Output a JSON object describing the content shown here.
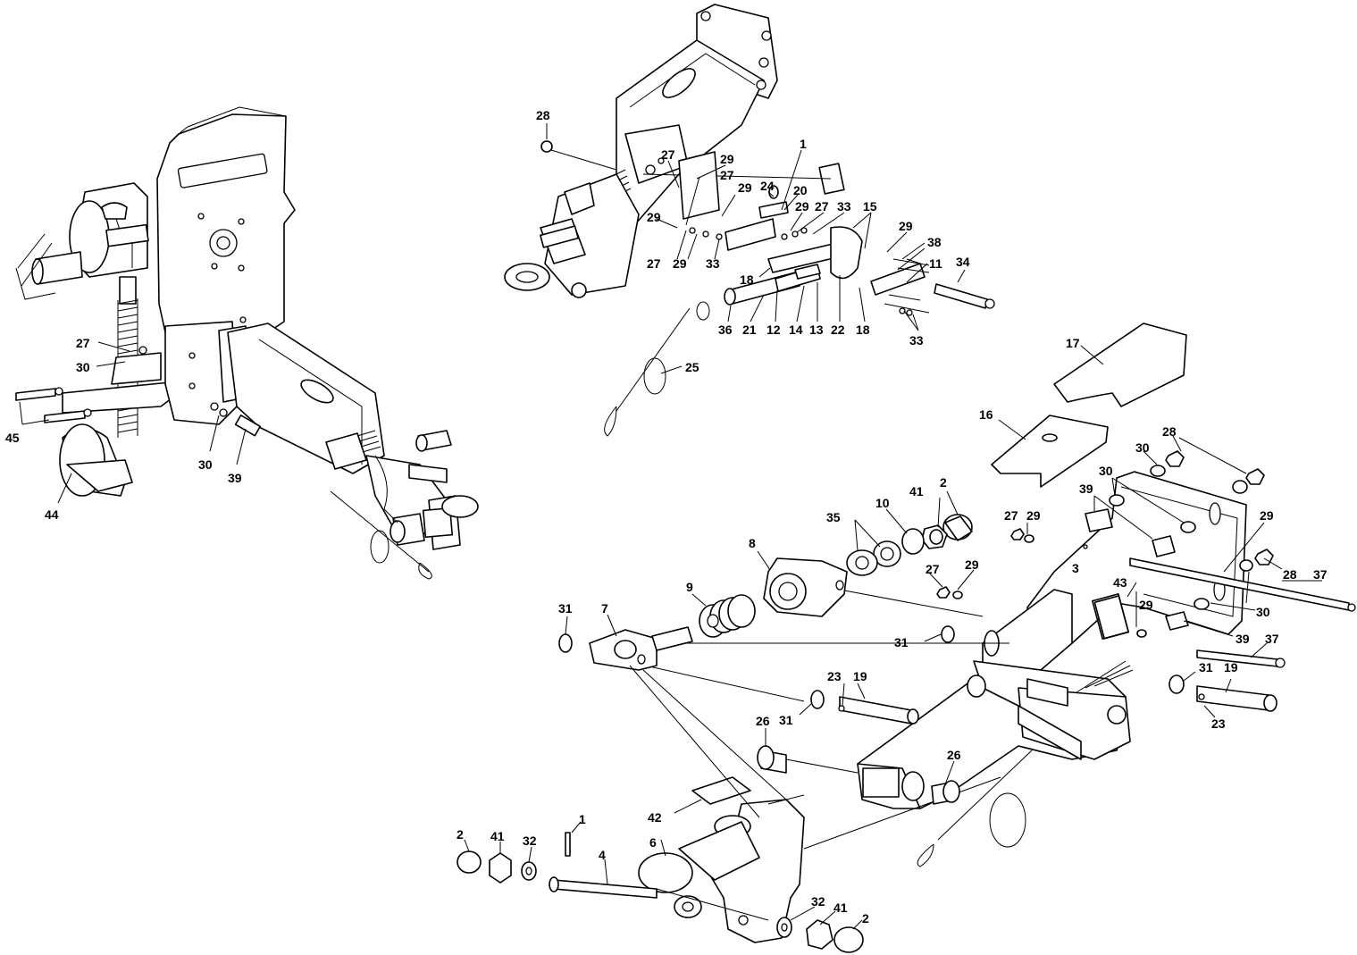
{
  "labels": {
    "c_28_top": "28",
    "c_1_top": "1",
    "c_27_a": "27",
    "c_29_a": "29",
    "c_27_b": "27",
    "c_29_b": "29",
    "c_24": "24",
    "c_20": "20",
    "c_29_c": "29",
    "c_27_c": "27",
    "c_33_a": "33",
    "c_15": "15",
    "c_29_d": "29",
    "c_29_e": "29",
    "c_27_d": "27",
    "c_29_f": "29",
    "c_33_b": "33",
    "c_38": "38",
    "c_11": "11",
    "c_34": "34",
    "c_18_a": "18",
    "c_36": "36",
    "c_21": "21",
    "c_12": "12",
    "c_14": "14",
    "c_13": "13",
    "c_22": "22",
    "c_18_b": "18",
    "c_33_c": "33",
    "c_25": "25",
    "c_27_left": "27",
    "c_30_left": "30",
    "c_45": "45",
    "c_30_left_b": "30",
    "c_39_left": "39",
    "c_44": "44",
    "c_17": "17",
    "c_16": "16",
    "c_28_r1": "28",
    "c_30_r1": "30",
    "c_30_r2": "30",
    "c_39_r1": "39",
    "c_27_r": "27",
    "c_29_r1": "29",
    "c_29_r2": "29",
    "c_27_r2": "27",
    "c_29_r3": "29",
    "c_28_r2": "28",
    "c_37_r1": "37",
    "c_3": "3",
    "c_43": "43",
    "c_29_r4": "29",
    "c_30_r3": "30",
    "c_39_r2": "39",
    "c_37_r2": "37",
    "c_35": "35",
    "c_10": "10",
    "c_41_top": "41",
    "c_2_top": "2",
    "c_8": "8",
    "c_9": "9",
    "c_31_a": "31",
    "c_7": "7",
    "c_31_b": "31",
    "c_23_a": "23",
    "c_19_a": "19",
    "c_31_c": "31",
    "c_31_d": "31",
    "c_19_b": "19",
    "c_23_b": "23",
    "c_26_a": "26",
    "c_26_b": "26",
    "c_42": "42",
    "c_6": "6",
    "c_2_bl": "2",
    "c_41_bl": "41",
    "c_32_bl": "32",
    "c_1_b": "1",
    "c_4": "4",
    "c_32_br": "32",
    "c_41_br": "41",
    "c_2_br": "2"
  }
}
